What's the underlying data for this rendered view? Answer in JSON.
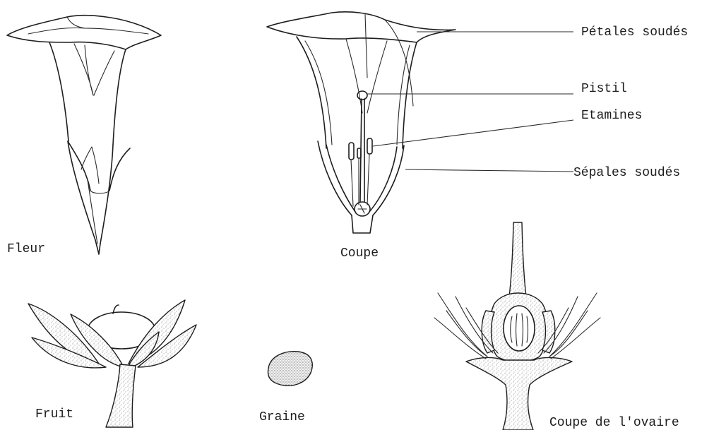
{
  "labels": {
    "petales": "Pétales soudés",
    "pistil": "Pistil",
    "etamines": "Etamines",
    "sepales": "Sépales soudés",
    "fleur": "Fleur",
    "coupe": "Coupe",
    "fruit": "Fruit",
    "graine": "Graine",
    "coupe_ovaire": "Coupe de l'ovaire"
  }
}
